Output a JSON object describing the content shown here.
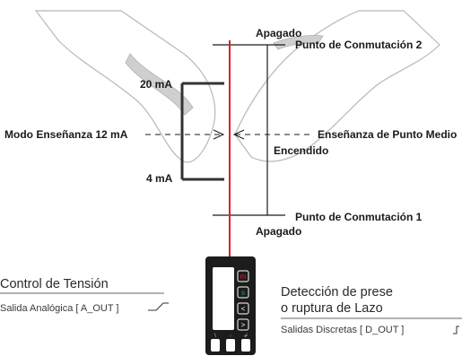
{
  "labels": {
    "off_top": "Apagado",
    "switch_point_2": "Punto de Conmutación 2",
    "ma_20": "20 mA",
    "teach_mode": "Modo Enseñanza 12 mA",
    "teach_midpoint": "Enseñanza de Punto Medio",
    "on": "Encendido",
    "ma_4": "4 mA",
    "switch_point_1": "Punto de Conmutación 1",
    "off_bottom": "Apagado"
  },
  "left_section": {
    "title": "Control de Tensión",
    "subtitle": "Salida Analógica [ A_OUT ]"
  },
  "right_section": {
    "title_line1": "Detección de prese",
    "title_line2": "o ruptura de Lazo",
    "subtitle": "Salidas Discretas [ D_OUT ]"
  },
  "device": {
    "buttons": [
      "m",
      "s",
      "<",
      ">"
    ],
    "bottom_marks": [
      "\\",
      "○",
      "↲"
    ]
  },
  "colors": {
    "red_line": "#e01d2a",
    "dark": "#1a1a1a",
    "gray_band": "#bdbdbd"
  }
}
